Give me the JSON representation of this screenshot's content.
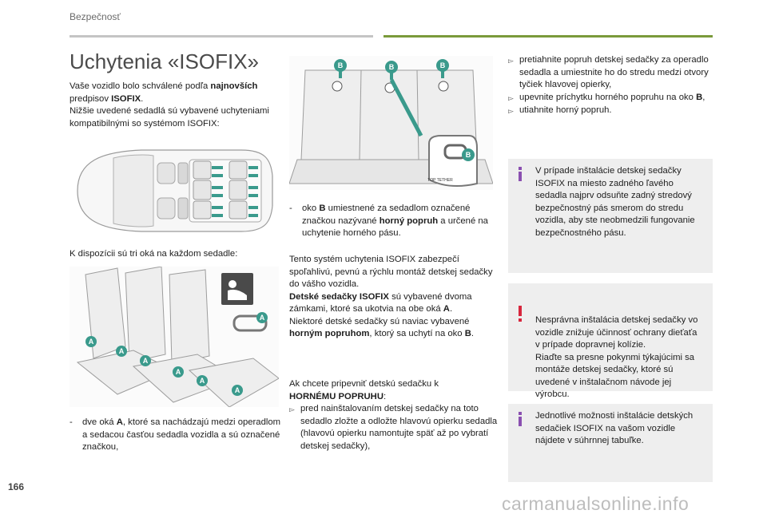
{
  "header": {
    "section": "Bezpečnosť",
    "title": "Uchytenia «ISOFIX»"
  },
  "col1": {
    "intro_1": "Vaše vozidlo bolo schválené podľa ",
    "intro_bold_1": "najnovších",
    "intro_2": "predpisov ",
    "intro_bold_2": "ISOFIX",
    "intro_3": ".",
    "intro_4": "Nižšie uvedené sedadlá sú vybavené uchyteniami kompatibilnými so systémom ISOFIX:",
    "rings_text": "K dispozícii sú tri oká na každom sedadle:",
    "bullet_a_dash": "-",
    "bullet_a_1": "dve oká ",
    "bullet_a_bold": "A",
    "bullet_a_2": ", ktoré sa nachádzajú medzi operadlom a sedacou časťou sedadla vozidla a sú označené značkou,"
  },
  "col2": {
    "bullet_b_dash": "-",
    "bullet_b_1": "oko ",
    "bullet_b_bold_1": "B",
    "bullet_b_2": " umiestnené za sedadlom označené značkou nazývané ",
    "bullet_b_bold_2": "horný popruh",
    "bullet_b_3": " a určené na uchytenie horného pásu.",
    "para_1": "Tento systém uchytenia ISOFIX zabezpečí spoľahlivú, pevnú a rýchlu montáž detskej sedačky do vášho vozidla.",
    "para_bold_1": "Detské sedačky ISOFIX",
    "para_2": " sú vybavené dvoma zámkami, ktoré sa ukotvia na obe oká ",
    "para_bold_2": "A",
    "para_3": ".",
    "para_4": "Niektoré detské sedačky sú naviac vybavené ",
    "para_bold_3": "horným popruhom",
    "para_5": ", ktorý sa uchytí na oko ",
    "para_bold_4": "B",
    "para_6": ".",
    "attach_1": "Ak chcete pripevniť detskú sedačku k",
    "attach_bold": "HORNÉMU POPRUHU",
    "attach_2": ":",
    "step_1": "pred nainštalovaním detskej sedačky na toto sedadlo zložte a odložte hlavovú opierku sedadla (hlavovú opierku namontujte späť až po vybratí detskej sedačky),"
  },
  "col3": {
    "step_2": "pretiahnite popruh detskej sedačky za operadlo sedadla a umiestnite ho do stredu medzi otvory tyčiek hlavovej opierky,",
    "step_3a": "upevnite príchytku horného popruhu na oko ",
    "step_3b": "B",
    "step_3c": ",",
    "step_4": "utiahnite horný popruh.",
    "info_1": "V prípade inštalácie detskej sedačky ISOFIX na miesto zadného ľavého sedadla najprv odsuňte zadný stredový bezpečnostný pás smerom do stredu vozidla, aby ste neobmedzili fungovanie bezpečnostného pásu.",
    "warn": "Nesprávna inštalácia detskej sedačky vo vozidle znižuje účinnosť ochrany dieťaťa v prípade dopravnej kolízie.\nRiaďte sa presne pokynmi týkajúcimi sa montáže detskej sedačky, ktoré sú uvedené v inštalačnom návode jej výrobcu.",
    "info_2": "Jednotlivé možnosti inštalácie detských sedačiek ISOFIX na vašom vozidle nájdete v súhrnnej tabuľke."
  },
  "illustrations": {
    "label_a": "A",
    "label_b": "B",
    "tether_label": "TOP TETHER"
  },
  "colors": {
    "accent_green": "#7a9a3a",
    "marker_teal": "#3a9a8c",
    "info_purple": "#8a4fb0",
    "warn_red": "#d7263d",
    "note_bg": "#eeeeee"
  },
  "footer": {
    "page_number": "166",
    "watermark": "carmanualsonline.info"
  }
}
